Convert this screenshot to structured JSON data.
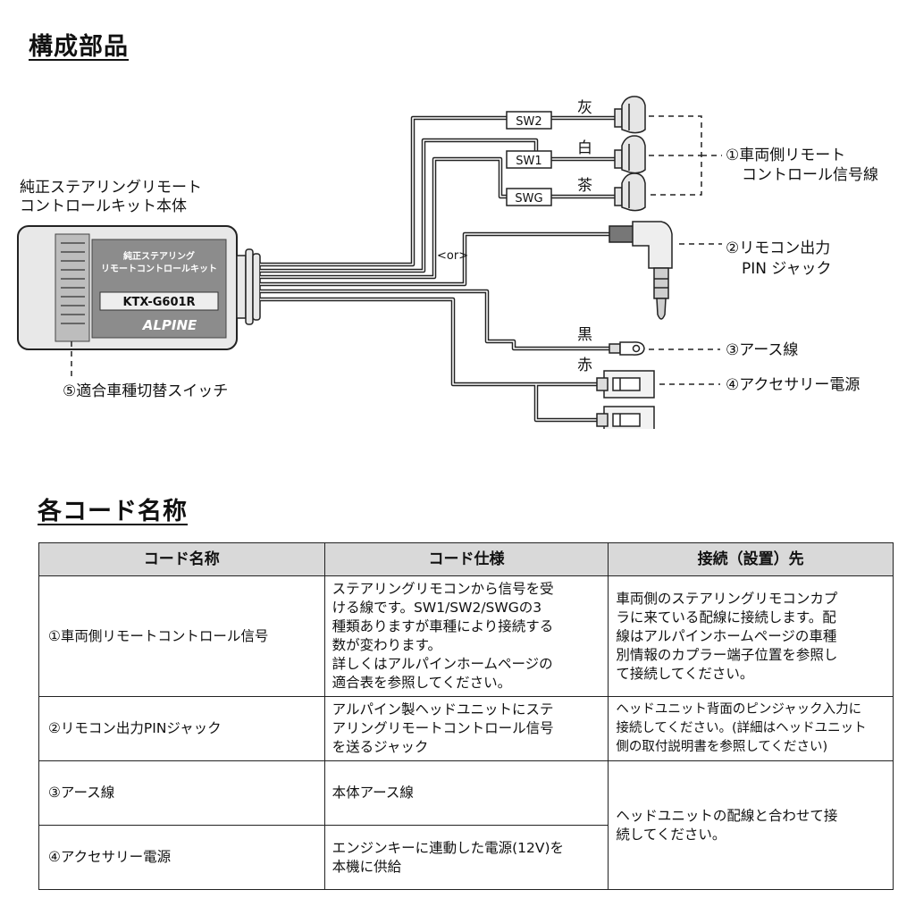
{
  "section1_title": "構成部品",
  "section2_title": "各コード名称",
  "diagram": {
    "unit_caption": [
      "純正ステアリングリモート",
      "コントロールキット本体"
    ],
    "unit_label": [
      "純正ステアリング",
      "リモートコントロールキット"
    ],
    "model": "KTX-G601R",
    "brand": "ALPINE",
    "switch_caption": "⑤適合車種切替スイッチ",
    "or_text": "<or>",
    "wires": [
      {
        "tag": "SW2",
        "color": "灰"
      },
      {
        "tag": "SW1",
        "color": "白"
      },
      {
        "tag": "SWG",
        "color": "茶"
      }
    ],
    "ground_color": "黒",
    "power_color": "赤",
    "callouts": {
      "c1": [
        "①車両側リモート",
        "コントロール信号線"
      ],
      "c2": [
        "②リモコン出力",
        "PIN ジャック"
      ],
      "c3": "③アース線",
      "c4": "④アクセサリー電源"
    }
  },
  "table": {
    "headers": [
      "コード名称",
      "コード仕様",
      "接続（設置）先"
    ],
    "rows": [
      {
        "name": "①車両側リモートコントロール信号",
        "spec": [
          "ステアリングリモコンから信号を受",
          "ける線です。SW1/SW2/SWGの3",
          "種類ありますが車種により接続する",
          "数が変わります。",
          "詳しくはアルパインホームページの",
          "適合表を参照してください。"
        ],
        "dest": [
          "車両側のステアリングリモコンカプ",
          "ラに来ている配線に接続します。配",
          "線はアルパインホームページの車種",
          "別情報のカプラー端子位置を参照し",
          "て接続してください。"
        ]
      },
      {
        "name": "②リモコン出力PINジャック",
        "spec": [
          "アルパイン製ヘッドユニットにステ",
          "アリングリモートコントロール信号",
          "を送るジャック"
        ],
        "dest": [
          "ヘッドユニット背面のピンジャック入力に",
          "接続してください。(詳細はヘッドユニット",
          "側の取付説明書を参照してください)"
        ]
      },
      {
        "name": "③アース線",
        "spec": [
          "本体アース線"
        ],
        "dest": [
          "ヘッドユニットの配線と合わせて接",
          "続してください。"
        ]
      },
      {
        "name": "④アクセサリー電源",
        "spec": [
          "エンジンキーに連動した電源(12V)を",
          "本機に供給"
        ]
      }
    ]
  }
}
